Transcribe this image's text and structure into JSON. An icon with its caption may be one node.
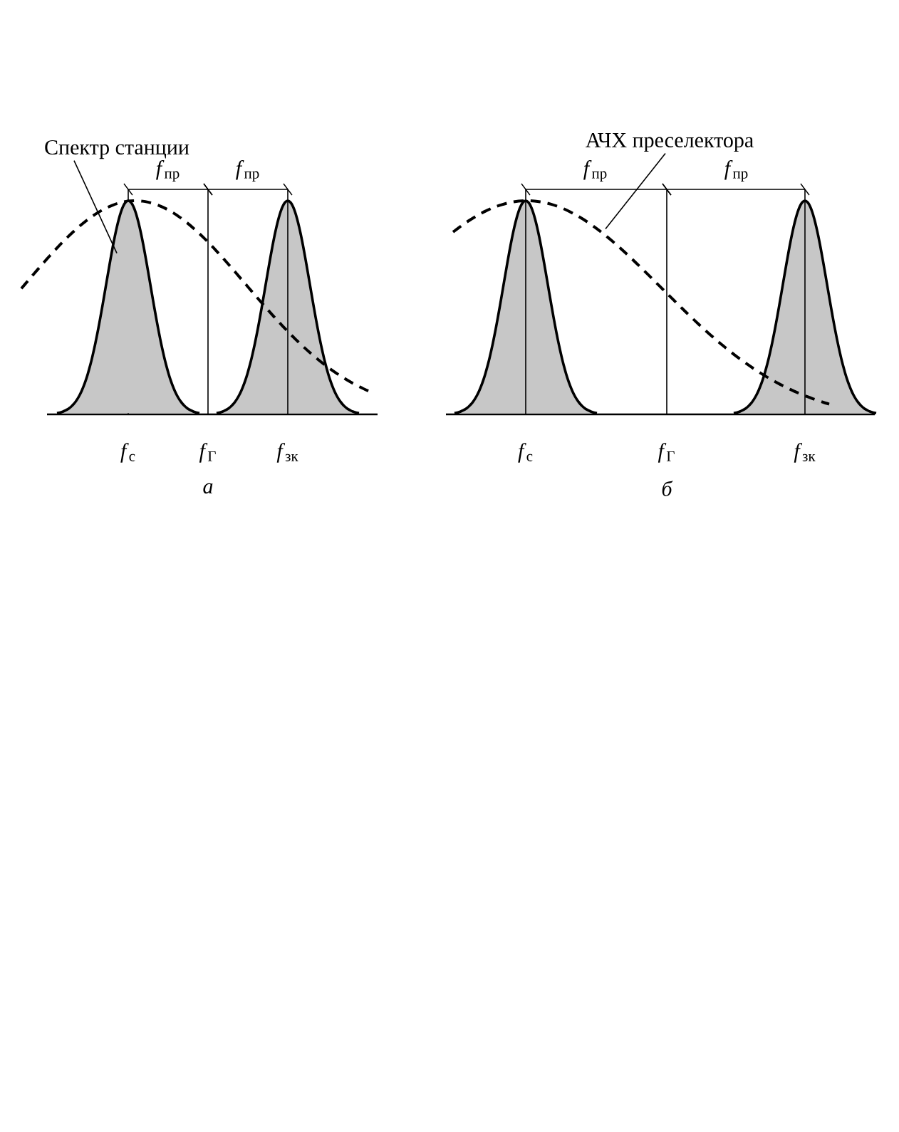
{
  "diagram": {
    "nodes": [
      {
        "text": [
          "Спектр станции"
        ]
      },
      {
        "text": [],
        "shape": "curve"
      },
      {
        "text": [
          "АЧХ преселектора"
        ]
      },
      {
        "text": [],
        "shape": "curve"
      }
    ],
    "edges": [
      {
        "from": 0,
        "to": 1,
        "arrow": "none"
      },
      {
        "from": 2,
        "to": 3,
        "arrow": "none"
      }
    ],
    "labels": [
      "*f*$_{пр}$",
      "*f*$_{пр}$",
      "*f*$_{с}$",
      "*f*$_{Г}$",
      "*f*$_{зк}$",
      "а",
      "*f*$_{пр}$",
      "*f*$_{пр}$",
      "*f*$_{с}$",
      "*f*$_{Г}$",
      "*f*$_{зк}$",
      "б"
    ]
  }
}
